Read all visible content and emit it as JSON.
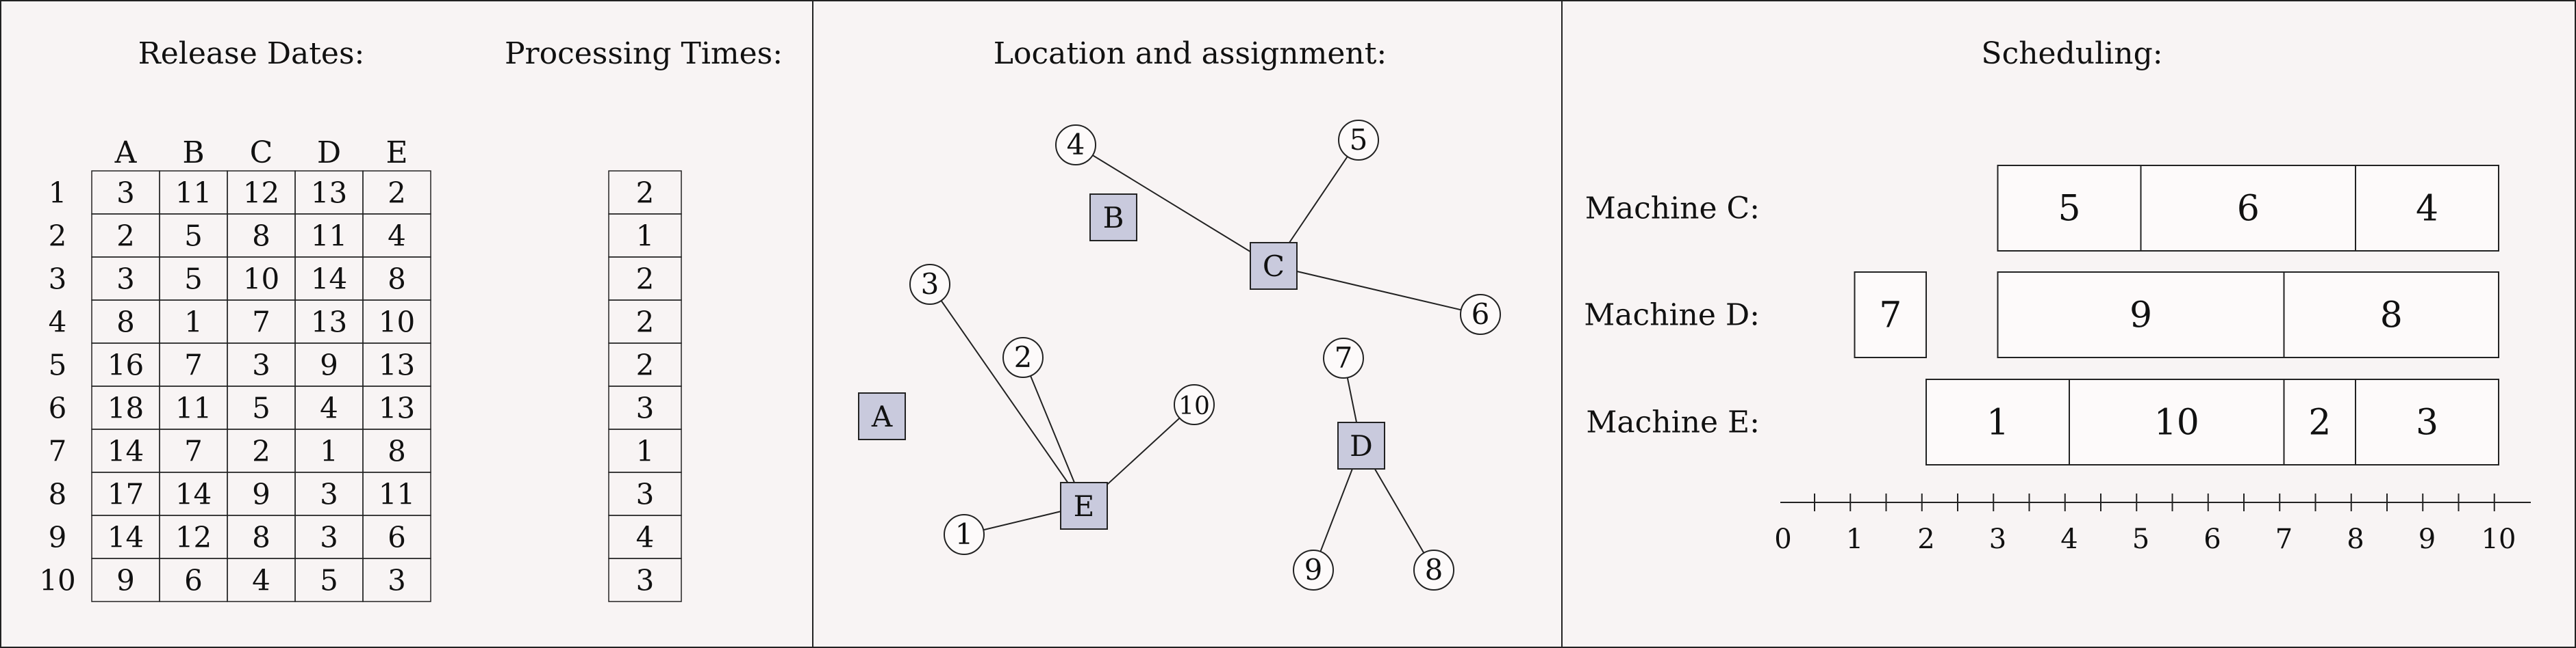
{
  "panels": {
    "release_title": "Release Dates:",
    "processing_title": "Processing Times:",
    "location_title": "Location and assignment:",
    "scheduling_title": "Scheduling:"
  },
  "release": {
    "columns": [
      "A",
      "B",
      "C",
      "D",
      "E"
    ],
    "row_labels": [
      "1",
      "2",
      "3",
      "4",
      "5",
      "6",
      "7",
      "8",
      "9",
      "10"
    ],
    "rows": [
      [
        "3",
        "11",
        "12",
        "13",
        "2"
      ],
      [
        "2",
        "5",
        "8",
        "11",
        "4"
      ],
      [
        "3",
        "5",
        "10",
        "14",
        "8"
      ],
      [
        "8",
        "1",
        "7",
        "13",
        "10"
      ],
      [
        "16",
        "7",
        "3",
        "9",
        "13"
      ],
      [
        "18",
        "11",
        "5",
        "4",
        "13"
      ],
      [
        "14",
        "7",
        "2",
        "1",
        "8"
      ],
      [
        "17",
        "14",
        "9",
        "3",
        "11"
      ],
      [
        "14",
        "12",
        "8",
        "3",
        "6"
      ],
      [
        "9",
        "6",
        "4",
        "5",
        "3"
      ]
    ]
  },
  "processing": [
    "2",
    "1",
    "2",
    "2",
    "2",
    "3",
    "1",
    "3",
    "4",
    "3"
  ],
  "graph": {
    "facilities": [
      "A",
      "B",
      "C",
      "D",
      "E"
    ],
    "jobs": [
      "1",
      "2",
      "3",
      "4",
      "5",
      "6",
      "7",
      "8",
      "9",
      "10"
    ],
    "edges": [
      [
        "C",
        "4"
      ],
      [
        "C",
        "5"
      ],
      [
        "C",
        "6"
      ],
      [
        "E",
        "3"
      ],
      [
        "E",
        "2"
      ],
      [
        "E",
        "10"
      ],
      [
        "E",
        "1"
      ],
      [
        "D",
        "7"
      ],
      [
        "D",
        "9"
      ],
      [
        "D",
        "8"
      ]
    ],
    "facility_color": "#c9cadd"
  },
  "schedule": {
    "machines": [
      {
        "label": "Machine C:",
        "jobs": [
          {
            "job": "5",
            "start": 3,
            "end": 5
          },
          {
            "job": "6",
            "start": 5,
            "end": 8
          },
          {
            "job": "4",
            "start": 8,
            "end": 10
          }
        ]
      },
      {
        "label": "Machine D:",
        "jobs": [
          {
            "job": "7",
            "start": 1,
            "end": 2
          },
          {
            "job": "9",
            "start": 3,
            "end": 7
          },
          {
            "job": "8",
            "start": 7,
            "end": 10
          }
        ]
      },
      {
        "label": "Machine E:",
        "jobs": [
          {
            "job": "1",
            "start": 2,
            "end": 4
          },
          {
            "job": "10",
            "start": 4,
            "end": 7
          },
          {
            "job": "2",
            "start": 7,
            "end": 8
          },
          {
            "job": "3",
            "start": 8,
            "end": 10
          }
        ]
      }
    ],
    "axis_ticks": [
      "0",
      "1",
      "2",
      "3",
      "4",
      "5",
      "6",
      "7",
      "8",
      "9",
      "10"
    ]
  }
}
